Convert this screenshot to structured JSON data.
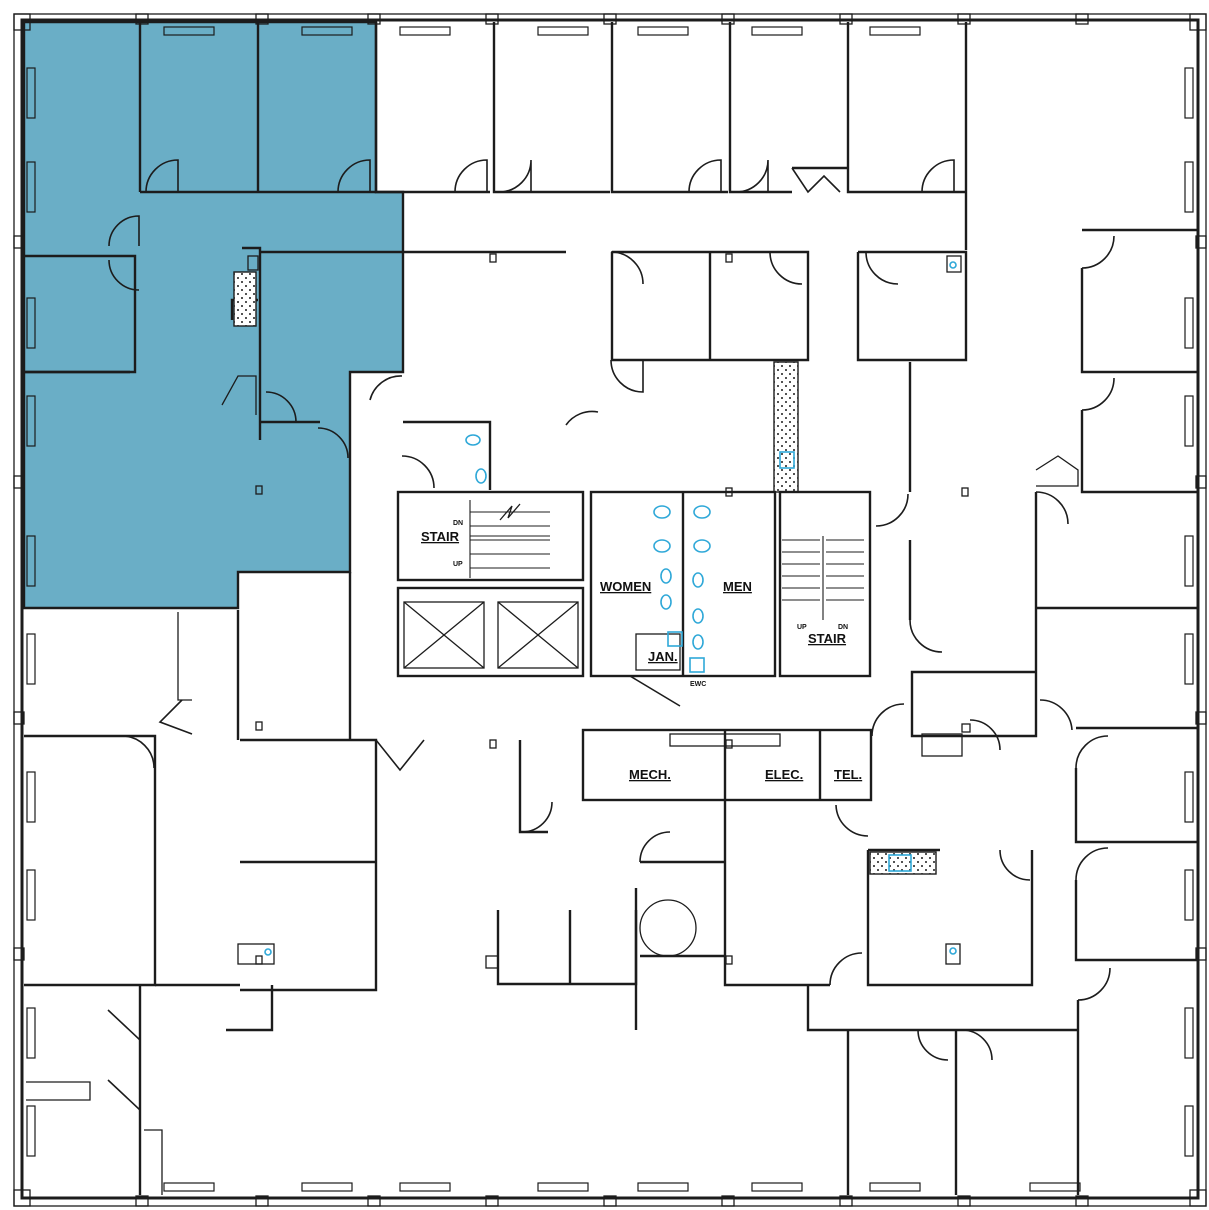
{
  "colors": {
    "highlight_suite": "#6aaec6",
    "walls": "#1c1c1c",
    "fixtures": "#2fa8d8",
    "background": "#ffffff"
  },
  "labels": {
    "stair_left": "STAIR",
    "stair_right": "STAIR",
    "women": "WOMEN",
    "men": "MEN",
    "janitor": "JAN.",
    "mechanical": "MECH.",
    "electrical": "ELEC.",
    "telephone": "TEL.",
    "left_dn": "DN",
    "left_up": "UP",
    "right_up": "UP",
    "right_dn": "DN",
    "ewc": "EWC"
  }
}
